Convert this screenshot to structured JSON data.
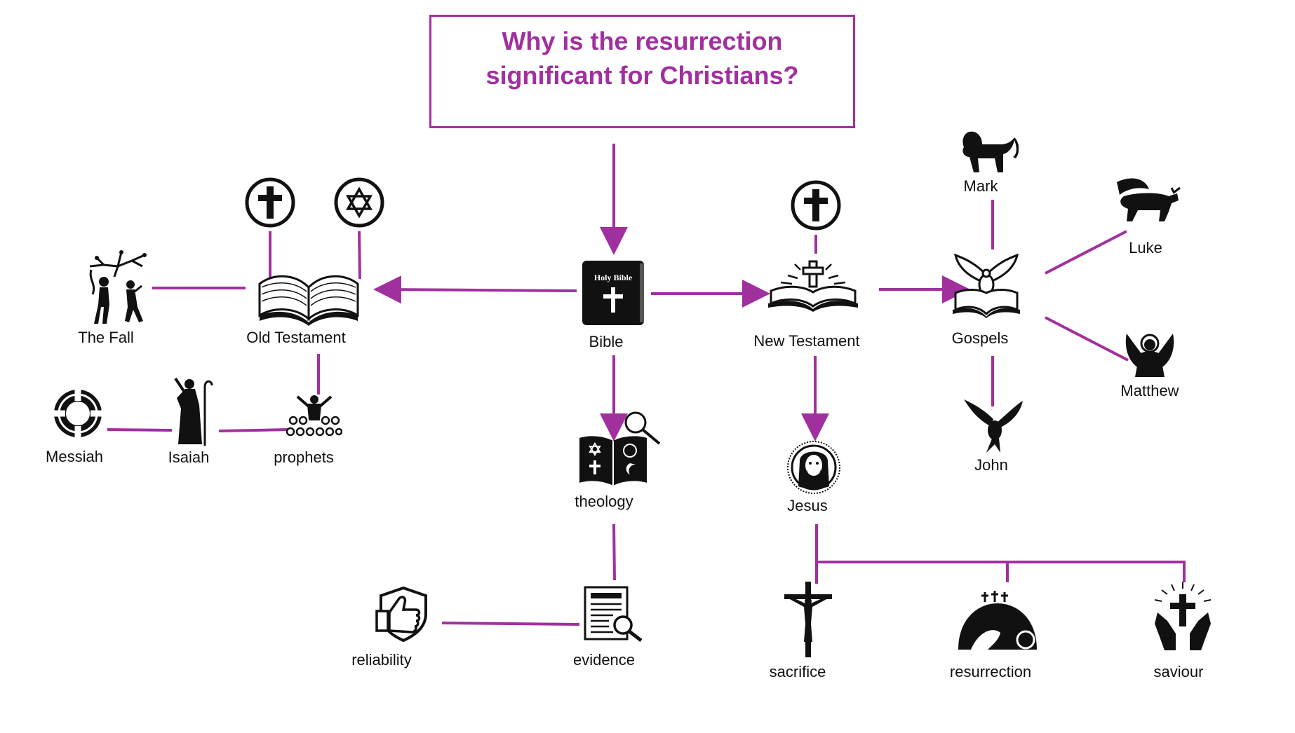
{
  "title": {
    "line1": "Why is the resurrection",
    "line2": "significant for Christians?"
  },
  "colors": {
    "accent": "#a1309f",
    "icon": "#111111"
  },
  "nodes": {
    "bible": "Bible",
    "old_testament": "Old Testament",
    "the_fall": "The Fall",
    "prophets": "prophets",
    "isaiah": "Isaiah",
    "messiah": "Messiah",
    "new_testament": "New Testament",
    "gospels": "Gospels",
    "mark": "Mark",
    "luke": "Luke",
    "matthew": "Matthew",
    "john": "John",
    "jesus": "Jesus",
    "sacrifice": "sacrifice",
    "resurrection": "resurrection",
    "saviour": "saviour",
    "theology": "theology",
    "evidence": "evidence",
    "reliability": "reliability"
  },
  "icons": {
    "bible_text": "Holy Bible"
  }
}
